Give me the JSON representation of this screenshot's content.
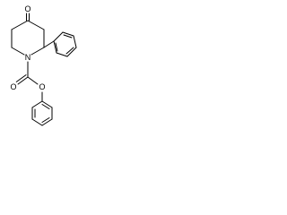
{
  "molecule": {
    "atoms": {
      "ketone_oxygen": "O",
      "ring_nitrogen": "N",
      "carbonyl_oxygen": "O",
      "ester_oxygen": "O"
    },
    "colors": {
      "bond": "#000000",
      "label": "#000000",
      "background": "#ffffff"
    }
  }
}
